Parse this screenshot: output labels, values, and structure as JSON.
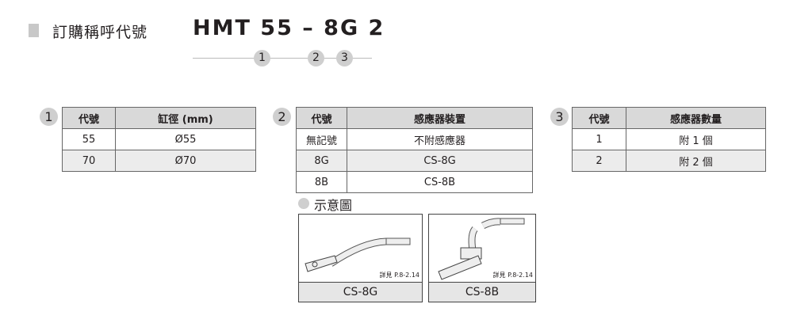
{
  "header": {
    "title": "訂購稱呼代號",
    "code": "HMT 55 – 8G 2",
    "markers": [
      "1",
      "2",
      "3"
    ]
  },
  "table1": {
    "num": "1",
    "headers": [
      "代號",
      "缸徑 (mm)"
    ],
    "rows": [
      [
        "55",
        "Ø55"
      ],
      [
        "70",
        "Ø70"
      ]
    ]
  },
  "table2": {
    "num": "2",
    "headers": [
      "代號",
      "感應器裝置"
    ],
    "rows": [
      [
        "無記號",
        "不附感應器"
      ],
      [
        "8G",
        "CS-8G"
      ],
      [
        "8B",
        "CS-8B"
      ]
    ]
  },
  "table3": {
    "num": "3",
    "headers": [
      "代號",
      "感應器數量"
    ],
    "rows": [
      [
        "1",
        "附 1 個"
      ],
      [
        "2",
        "附 2 個"
      ]
    ]
  },
  "diagram": {
    "title": "示意圖",
    "items": [
      {
        "label": "CS-8G",
        "ref": "詳見 P.8-2.14"
      },
      {
        "label": "CS-8B",
        "ref": "詳見 P.8-2.14"
      }
    ]
  }
}
